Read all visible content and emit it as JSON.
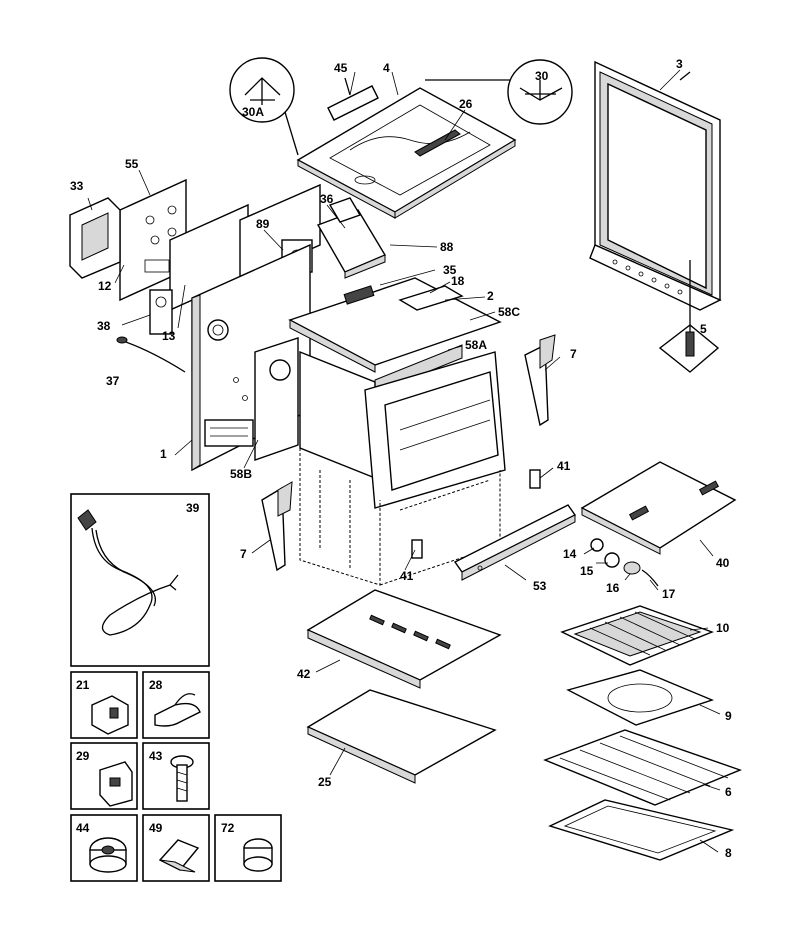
{
  "callouts": {
    "c1": "1",
    "c2": "2",
    "c3": "3",
    "c4": "4",
    "c5": "5",
    "c6": "6",
    "c7a": "7",
    "c7b": "7",
    "c8": "8",
    "c9": "9",
    "c10": "10",
    "c12": "12",
    "c13": "13",
    "c14": "14",
    "c15": "15",
    "c16": "16",
    "c17": "17",
    "c18": "18",
    "c25": "25",
    "c26": "26",
    "c30": "30",
    "c30a": "30A",
    "c33": "33",
    "c35": "35",
    "c36": "36",
    "c37": "37",
    "c38": "38",
    "c40": "40",
    "c41a": "41",
    "c41b": "41",
    "c42": "42",
    "c45": "45",
    "c53": "53",
    "c55": "55",
    "c58a": "58A",
    "c58b": "58B",
    "c58c": "58C",
    "c88": "88",
    "c89": "89"
  },
  "inset_boxes": {
    "b39": "39",
    "b21": "21",
    "b28": "28",
    "b29": "29",
    "b43": "43",
    "b44": "44",
    "b49": "49",
    "b72": "72"
  }
}
